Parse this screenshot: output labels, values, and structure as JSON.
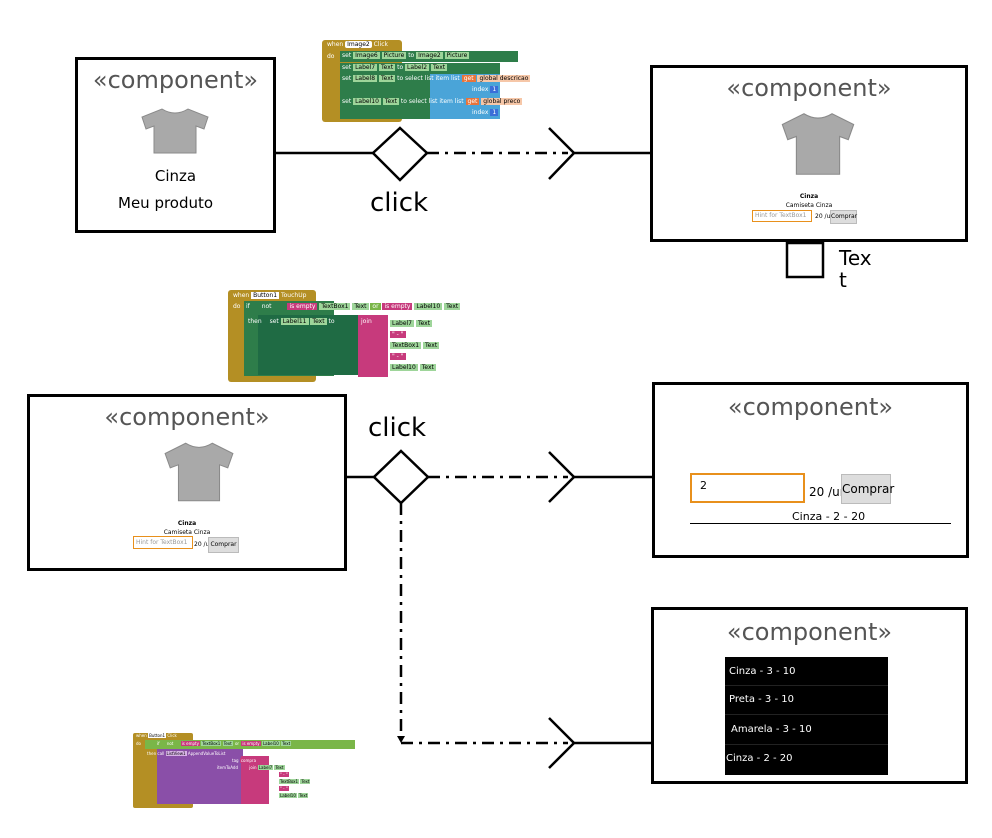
{
  "stereotype": "«component»",
  "click_label": "click",
  "comp1": {
    "color": "Cinza",
    "name": "Meu produto"
  },
  "comp2": {
    "title": "Cinza",
    "subtitle": "Camiseta Cinza",
    "hint": "Hint for TextBox1",
    "price": "20 /un",
    "buy": "Comprar"
  },
  "text_part": {
    "label_line1": "Tex",
    "label_line2": "t"
  },
  "comp3": {
    "title": "Cinza",
    "subtitle": "Camiseta Cinza",
    "hint": "Hint for TextBox1",
    "price": "20 /un",
    "buy": "Comprar"
  },
  "comp4": {
    "input_value": "2",
    "price": "20 /un",
    "buy": "Comprar",
    "result": "Cinza - 2 - 20"
  },
  "comp5": {
    "items": [
      "Cinza - 3 - 10",
      "Preta - 3 - 10",
      "Amarela - 3 - 10",
      "Cinza - 2 - 20"
    ]
  },
  "blocks1": {
    "event": "when",
    "component": "Image2",
    "event_name": "Click",
    "do": "do",
    "rows": [
      {
        "set": "set",
        "target": "Image6",
        "prop": "Picture",
        "to": "to",
        "src": "Image2",
        "src_prop": "Picture"
      },
      {
        "set": "set",
        "target": "Label7",
        "prop": "Text",
        "to": "to",
        "src": "Label2",
        "src_prop": "Text"
      },
      {
        "set": "set",
        "target": "Label8",
        "prop": "Text",
        "to": "to",
        "fn": "select list item  list",
        "get": "get",
        "var": "global descricao",
        "index": "index",
        "num": "1"
      },
      {
        "set": "set",
        "target": "Label10",
        "prop": "Text",
        "to": "to",
        "fn": "select list item  list",
        "get": "get",
        "var": "global preco",
        "index": "index",
        "num": "1"
      }
    ]
  },
  "blocks2": {
    "event": "when",
    "component": "Button1",
    "event_name": "TouchUp",
    "do": "do",
    "if": "if",
    "not": "not",
    "is_empty": "is empty",
    "tb": "TextBox1",
    "text": "Text",
    "or": "or",
    "lbl10": "Label10",
    "then": "then",
    "set": "set",
    "lbl11": "Label11",
    "to": "to",
    "join": "join",
    "j1": "Label7",
    "j2": "\" - \"",
    "j3": "TextBox1",
    "j4": "\" - \"",
    "j5": "Label10"
  },
  "blocks3": {
    "event": "when",
    "component": "Button1",
    "event_name": "Click",
    "do": "do",
    "if": "if",
    "not": "not",
    "then": "then",
    "call": "call",
    "list": "ListView1",
    "method": "AppendValueToList",
    "tag": "tag",
    "tag_val": "compra",
    "item": "itemToAdd",
    "join": "join"
  }
}
